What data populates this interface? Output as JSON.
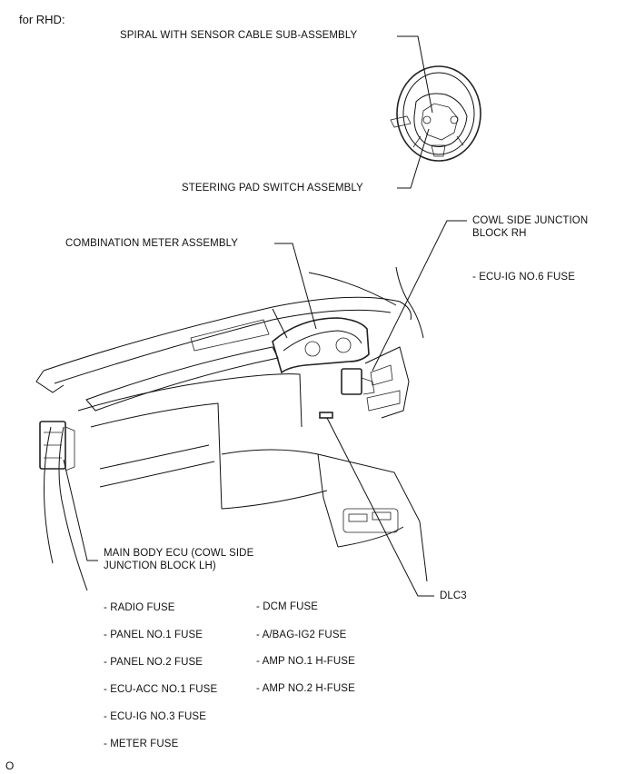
{
  "title": "for RHD:",
  "labels": {
    "spiral": "SPIRAL WITH SENSOR CABLE SUB-ASSEMBLY",
    "steering_pad": "STEERING PAD SWITCH ASSEMBLY",
    "combination_meter": "COMBINATION METER ASSEMBLY",
    "cowl_rh_line1": "COWL SIDE JUNCTION",
    "cowl_rh_line2": "BLOCK RH",
    "main_body_line1": "MAIN BODY ECU (COWL SIDE",
    "main_body_line2": "JUNCTION BLOCK LH)",
    "dlc3": "DLC3"
  },
  "cowl_rh_fuses": [
    "- ECU-IG NO.6 FUSE"
  ],
  "main_body_fuses_left": [
    "- RADIO FUSE",
    "- PANEL NO.1 FUSE",
    "- PANEL NO.2 FUSE",
    "- ECU-ACC NO.1 FUSE",
    "- ECU-IG NO.3 FUSE",
    "- METER FUSE"
  ],
  "main_body_fuses_right": [
    "- DCM FUSE",
    "- A/BAG-IG2 FUSE",
    "- AMP NO.1 H-FUSE",
    "- AMP NO.2 H-FUSE"
  ],
  "footer": "O"
}
